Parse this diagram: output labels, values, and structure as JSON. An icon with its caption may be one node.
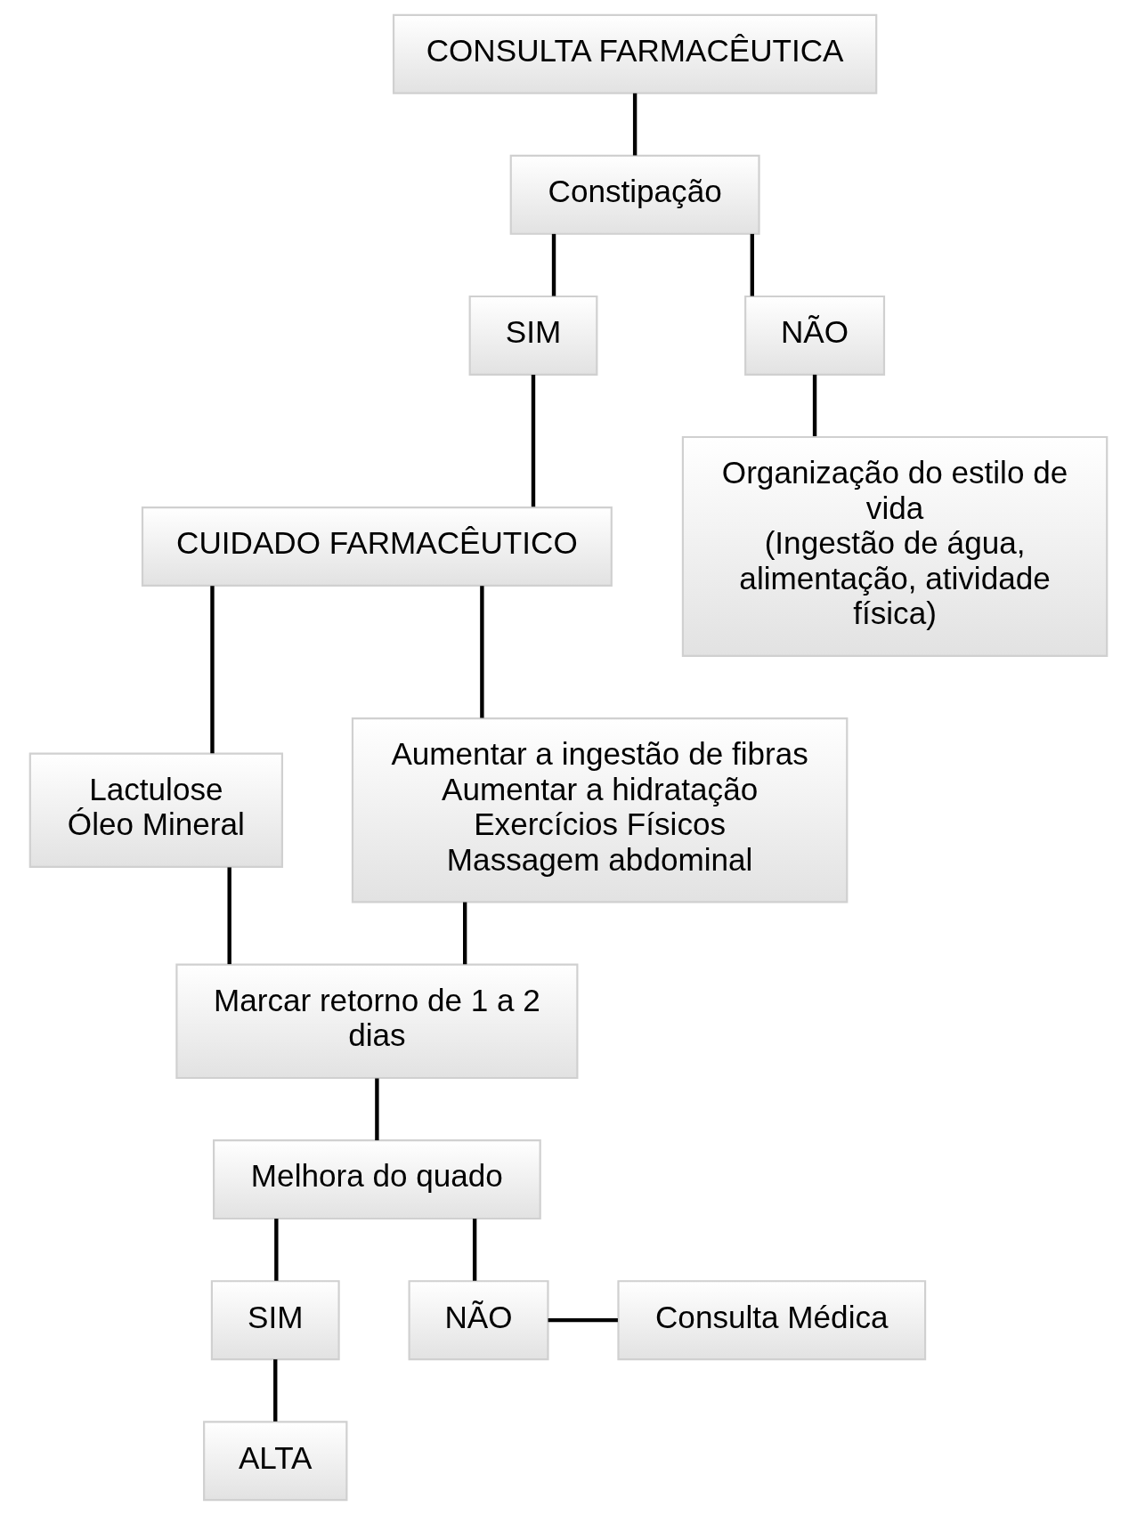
{
  "diagram": {
    "nodes": [
      {
        "text": [
          "CONSULTA FARMACÊUTICA"
        ]
      },
      {
        "text": [
          "Constipação"
        ]
      },
      {
        "text": [
          "SIM"
        ]
      },
      {
        "text": [
          "NÃO"
        ]
      },
      {
        "text": [
          "Organização do estilo de vida",
          "(Ingestão de água, alimentação, atividade física)"
        ]
      },
      {
        "text": [
          "CUIDADO FARMACÊUTICO"
        ]
      },
      {
        "text": [
          "Lactulose",
          "Óleo Mineral"
        ]
      },
      {
        "text": [
          "Aumentar a ingestão de fibras",
          "Aumentar a hidratação",
          "Exercícios Físicos",
          "Massagem abdominal"
        ]
      },
      {
        "text": [
          "Marcar retorno de 1 a 2 dias"
        ]
      },
      {
        "text": [
          "Melhora do quado"
        ]
      },
      {
        "text": [
          "SIM"
        ]
      },
      {
        "text": [
          "NÃO"
        ]
      },
      {
        "text": [
          "Consulta Médica"
        ]
      },
      {
        "text": [
          "ALTA"
        ]
      }
    ],
    "edges": [
      {
        "from": 0,
        "to": 1,
        "arrow": "none"
      },
      {
        "from": 1,
        "to": 2,
        "arrow": "none"
      },
      {
        "from": 1,
        "to": 3,
        "arrow": "none"
      },
      {
        "from": 3,
        "to": 4,
        "arrow": "none"
      },
      {
        "from": 2,
        "to": 5,
        "arrow": "none"
      },
      {
        "from": 5,
        "to": 6,
        "arrow": "none"
      },
      {
        "from": 5,
        "to": 7,
        "arrow": "none"
      },
      {
        "from": 6,
        "to": 8,
        "arrow": "none"
      },
      {
        "from": 7,
        "to": 8,
        "arrow": "none"
      },
      {
        "from": 8,
        "to": 9,
        "arrow": "none"
      },
      {
        "from": 9,
        "to": 10,
        "arrow": "none"
      },
      {
        "from": 9,
        "to": 11,
        "arrow": "none"
      },
      {
        "from": 11,
        "to": 12,
        "arrow": "none"
      },
      {
        "from": 10,
        "to": 13,
        "arrow": "none"
      }
    ]
  }
}
